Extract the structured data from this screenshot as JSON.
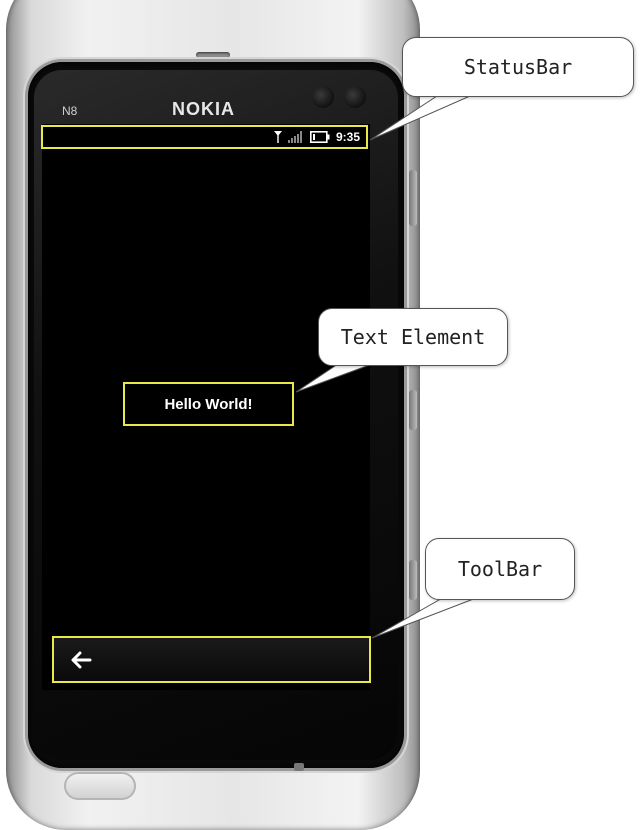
{
  "device": {
    "model": "N8",
    "brand": "NOKIA"
  },
  "status_bar": {
    "time": "9:35"
  },
  "content": {
    "text": "Hello World!"
  },
  "annotations": {
    "status_bar_label": "StatusBar",
    "text_element_label": "Text Element",
    "toolbar_label": "ToolBar"
  },
  "colors": {
    "highlight": "#e8e84a",
    "screen": "#000000",
    "phone_body": "#e6e6e6"
  },
  "icons": [
    "antenna-icon",
    "signal-icon",
    "battery-icon",
    "back-arrow-icon"
  ]
}
